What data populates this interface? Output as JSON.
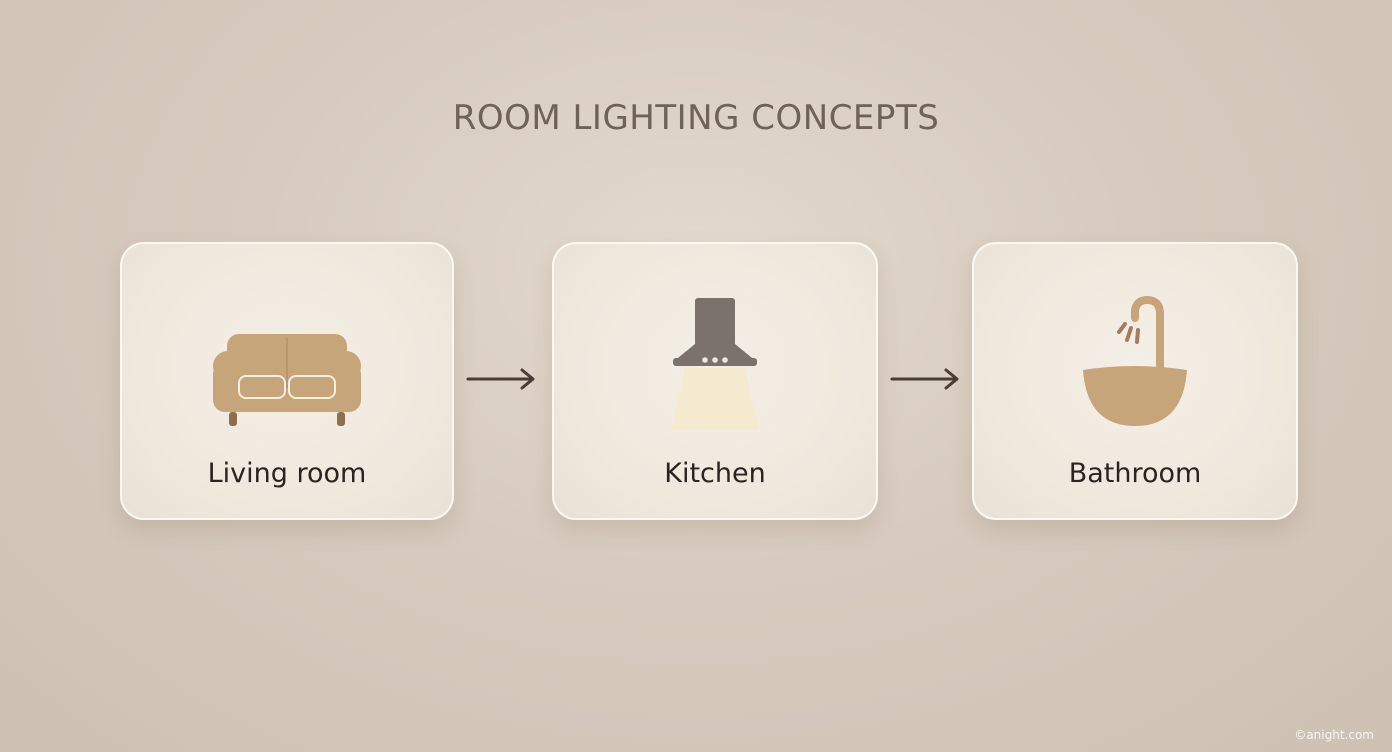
{
  "title": "ROOM LIGHTING CONCEPTS",
  "rooms": [
    {
      "label": "Living room",
      "icon": "sofa-icon"
    },
    {
      "label": "Kitchen",
      "icon": "range-hood-icon"
    },
    {
      "label": "Bathroom",
      "icon": "sink-faucet-icon"
    }
  ],
  "flow": {
    "arrow_icon": "right-arrow-icon"
  },
  "credit": "©anight.com",
  "colors": {
    "background": "#d6cbbe",
    "card": "#f1ebe2",
    "accent": "#c7a57a",
    "dark": "#7b726b",
    "arrow": "#4a3d36",
    "text": "#2a2420",
    "title": "#6e6259"
  }
}
